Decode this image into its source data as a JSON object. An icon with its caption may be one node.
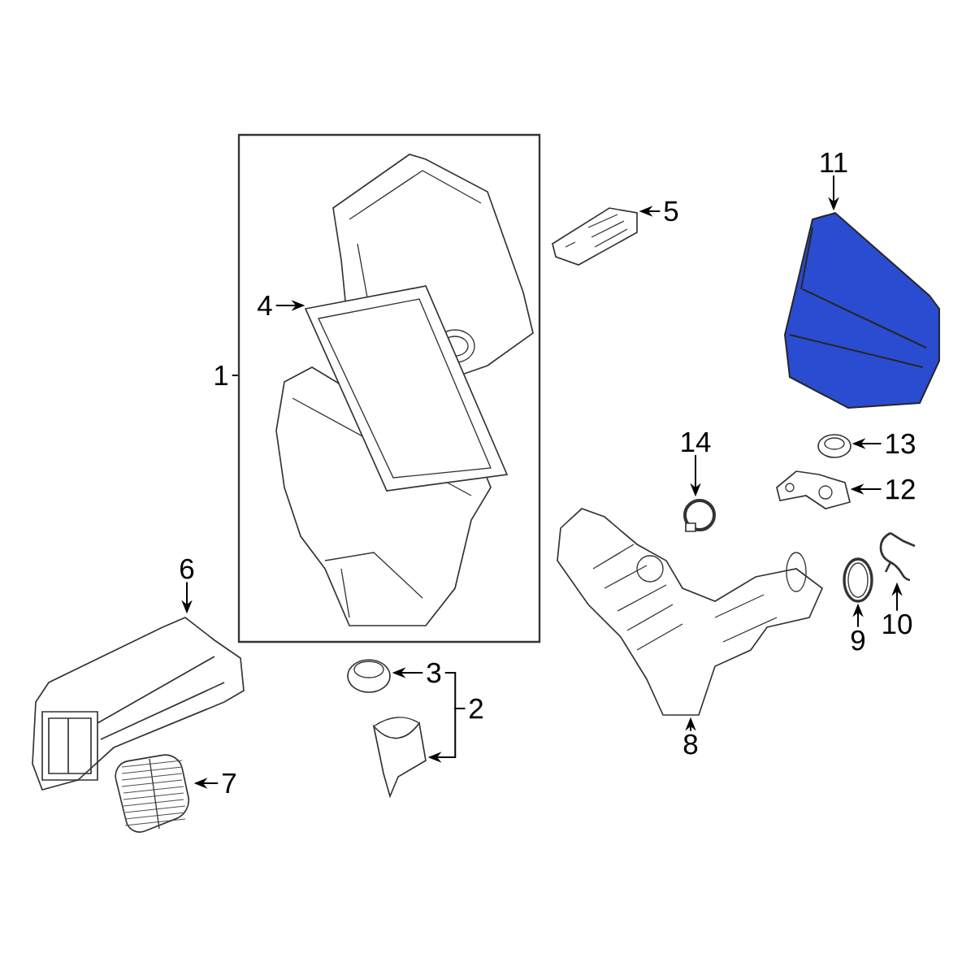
{
  "diagram": {
    "nodes": [
      {
        "text": [
          "1"
        ]
      },
      {
        "text": [],
        "shape": "box"
      },
      {
        "text": [],
        "shape": "picture",
        "in": 1
      },
      {
        "text": [
          "4"
        ],
        "in": 1
      },
      {
        "text": [
          "5"
        ]
      },
      {
        "text": [],
        "shape": "picture"
      },
      {
        "text": [
          "11"
        ]
      },
      {
        "text": [],
        "shape": "picture"
      },
      {
        "text": [
          "13"
        ]
      },
      {
        "text": [],
        "shape": "picture"
      },
      {
        "text": [
          "12"
        ]
      },
      {
        "text": [],
        "shape": "picture"
      },
      {
        "text": [
          "14"
        ]
      },
      {
        "text": [],
        "shape": "circle"
      },
      {
        "text": [
          "10"
        ]
      },
      {
        "text": [],
        "shape": "picture"
      },
      {
        "text": [
          "9"
        ]
      },
      {
        "text": [],
        "shape": "picture"
      },
      {
        "text": [
          "8"
        ]
      },
      {
        "text": [],
        "shape": "picture"
      },
      {
        "text": [
          "6"
        ]
      },
      {
        "text": [],
        "shape": "picture"
      },
      {
        "text": [
          "7"
        ]
      },
      {
        "text": [],
        "shape": "picture"
      },
      {
        "text": [
          "3"
        ]
      },
      {
        "text": [],
        "shape": "picture"
      },
      {
        "text": [
          "2"
        ]
      },
      {
        "text": [],
        "shape": "picture"
      }
    ],
    "edges": [
      {
        "from": 0,
        "to": 1,
        "arrow": "none"
      },
      {
        "from": 3,
        "to": 2,
        "arrow": "to"
      },
      {
        "from": 4,
        "to": 5,
        "arrow": "to"
      },
      {
        "from": 6,
        "to": 7,
        "arrow": "to"
      },
      {
        "from": 8,
        "to": 9,
        "arrow": "to"
      },
      {
        "from": 10,
        "to": 11,
        "arrow": "to"
      },
      {
        "from": 12,
        "to": 13,
        "arrow": "to"
      },
      {
        "from": 14,
        "to": 15,
        "arrow": "to"
      },
      {
        "from": 16,
        "to": 17,
        "arrow": "to"
      },
      {
        "from": 18,
        "to": 19,
        "arrow": "to"
      },
      {
        "from": 20,
        "to": 21,
        "arrow": "to"
      },
      {
        "from": 22,
        "to": 23,
        "arrow": "to"
      },
      {
        "from": 24,
        "to": 25,
        "arrow": "to"
      },
      {
        "from": 26,
        "to": 24,
        "arrow": "none"
      },
      {
        "from": 26,
        "to": 27,
        "arrow": "to"
      }
    ]
  }
}
